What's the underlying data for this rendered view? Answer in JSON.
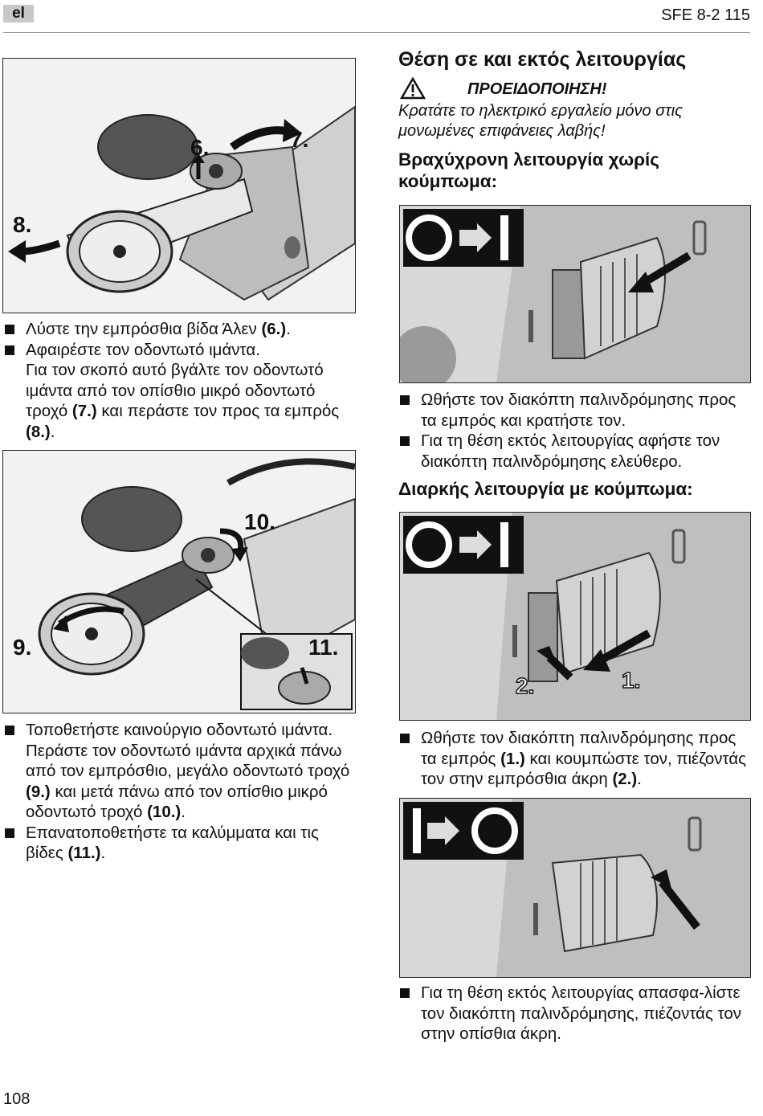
{
  "header": {
    "lang": "el",
    "doc_code": "SFE 8-2 115"
  },
  "left": {
    "fig1": {
      "callouts": [
        "6.",
        "7.",
        "8."
      ]
    },
    "list1": [
      {
        "text": "Λύστε την εμπρόσθια βίδα Άλεν ",
        "ref": "(6.)",
        "after": "."
      },
      {
        "text": "Αφαιρέστε τον οδοντωτό ιμάντα.",
        "ref": "",
        "after": ""
      },
      {
        "text": "Για τον σκοπό αυτό βγάλτε τον οδοντωτό ιμάντα από τον οπίσθιο μικρό οδοντωτό τροχό ",
        "ref": "(7.)",
        "after": " και περάστε τον προς τα εμπρός ",
        "ref2": "(8.)",
        "after2": ".",
        "nobullet": true
      }
    ],
    "fig2": {
      "callouts": [
        "9.",
        "10.",
        "11."
      ]
    },
    "list2": [
      {
        "text": "Τοποθετήστε καινούργιο οδοντωτό ιμάντα. Περάστε τον οδοντωτό ιμάντα αρχικά πάνω από τον εμπρόσθιο, μεγάλο οδοντωτό τροχό ",
        "ref": "(9.)",
        "after": " και μετά πάνω από τον οπίσθιο μικρό οδοντωτό τροχό ",
        "ref2": "(10.)",
        "after2": "."
      },
      {
        "text": "Επανατοποθετήστε τα καλύμματα και τις βίδες ",
        "ref": "(11.)",
        "after": "."
      }
    ]
  },
  "right": {
    "title": "Θέση σε και εκτός λειτουργίας",
    "warning": {
      "label": "ΠΡΟΕΙΔΟΠΟΙΗΣΗ!",
      "text": "Κρατάτε το ηλεκτρικό εργαλείο μόνο στις μονωμένες επιφάνειες λαβής!"
    },
    "section1_title": "Βραχύχρονη λειτουργία χωρίς κούμπωμα:",
    "list3": [
      {
        "text": "Ωθήστε τον διακόπτη παλινδρόμησης προς τα εμπρός και κρατήστε τον."
      },
      {
        "text": "Για τη θέση εκτός λειτουργίας αφήστε τον διακόπτη παλινδρόμησης ελεύθερο."
      }
    ],
    "section2_title": "Διαρκής λειτουργία με κούμπωμα:",
    "fig4": {
      "callouts": [
        "2.",
        "1."
      ]
    },
    "list4": [
      {
        "text": "Ωθήστε τον διακόπτη παλινδρόμησης προς τα εμπρός ",
        "ref": "(1.)",
        "after": " και κουμπώστε τον, πιέζοντάς τον στην εμπρόσθια άκρη ",
        "ref2": "(2.)",
        "after2": "."
      }
    ],
    "list5": [
      {
        "text": "Για τη θέση εκτός λειτουργίας απασφα-λίστε τον διακόπτη παλινδρόμησης, πιέζοντάς τον στην οπίσθια άκρη."
      }
    ]
  },
  "footer": {
    "page_number": "108"
  }
}
